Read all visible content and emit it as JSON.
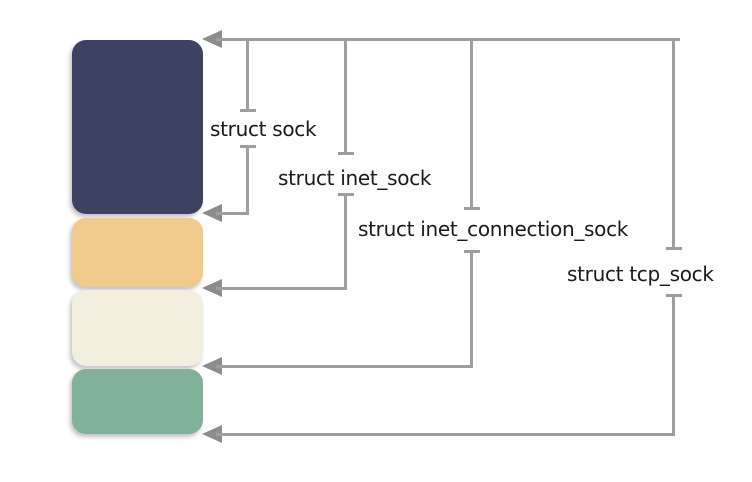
{
  "diagram": {
    "description_structs": [
      {
        "label": "struct sock"
      },
      {
        "label": "struct inet_sock"
      },
      {
        "label": "struct inet_connection_sock"
      },
      {
        "label": "struct tcp_sock"
      }
    ],
    "memory_blocks": [
      {
        "position": "top",
        "color": "#3e4262"
      },
      {
        "position": "second",
        "color": "#f0cb8b"
      },
      {
        "position": "third",
        "color": "#f2efde"
      },
      {
        "position": "bottom",
        "color": "#80b29a"
      }
    ],
    "colors": {
      "line": "#9e9e9e",
      "arrowhead": "#8c8c8c",
      "label_text": "#1a1a1a",
      "background": "#ffffff"
    }
  }
}
